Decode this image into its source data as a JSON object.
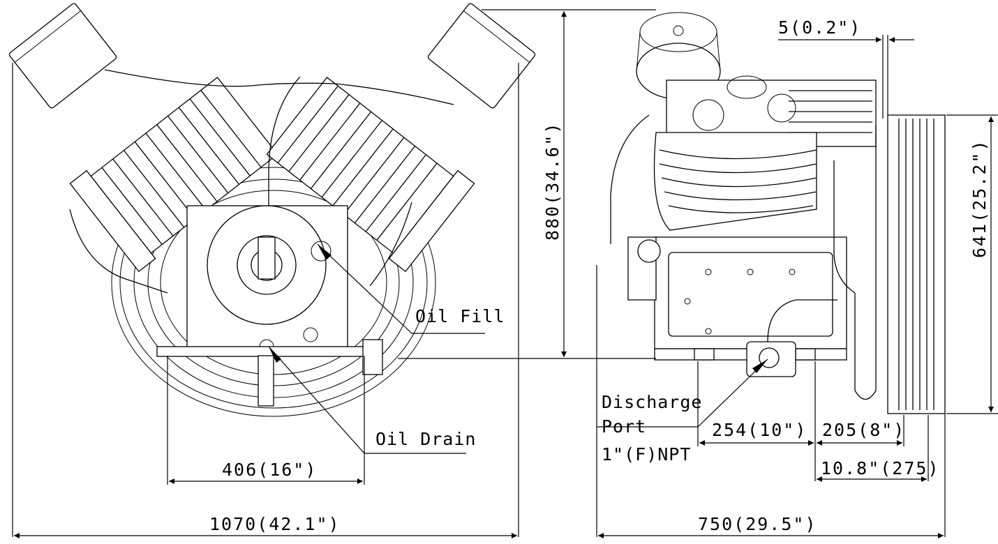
{
  "labels": {
    "oil_fill": "Oil Fill",
    "oil_drain": "Oil Drain",
    "discharge_line1": "Discharge",
    "discharge_line2": "Port",
    "discharge_line3": "1\"(F)NPT"
  },
  "dimensions": {
    "overall_width": "1070(42.1\")",
    "foot_spacing": "406(16\")",
    "height": "880(34.6\")",
    "side_depth": "750(29.5\")",
    "pulley_diameter": "641(25.2\")",
    "pulley_offset": "5(0.2\")",
    "foot_to_foot": "254(10\")",
    "foot_to_pulley": "205(8\")",
    "pulley_center": "10.8\"(275)"
  }
}
